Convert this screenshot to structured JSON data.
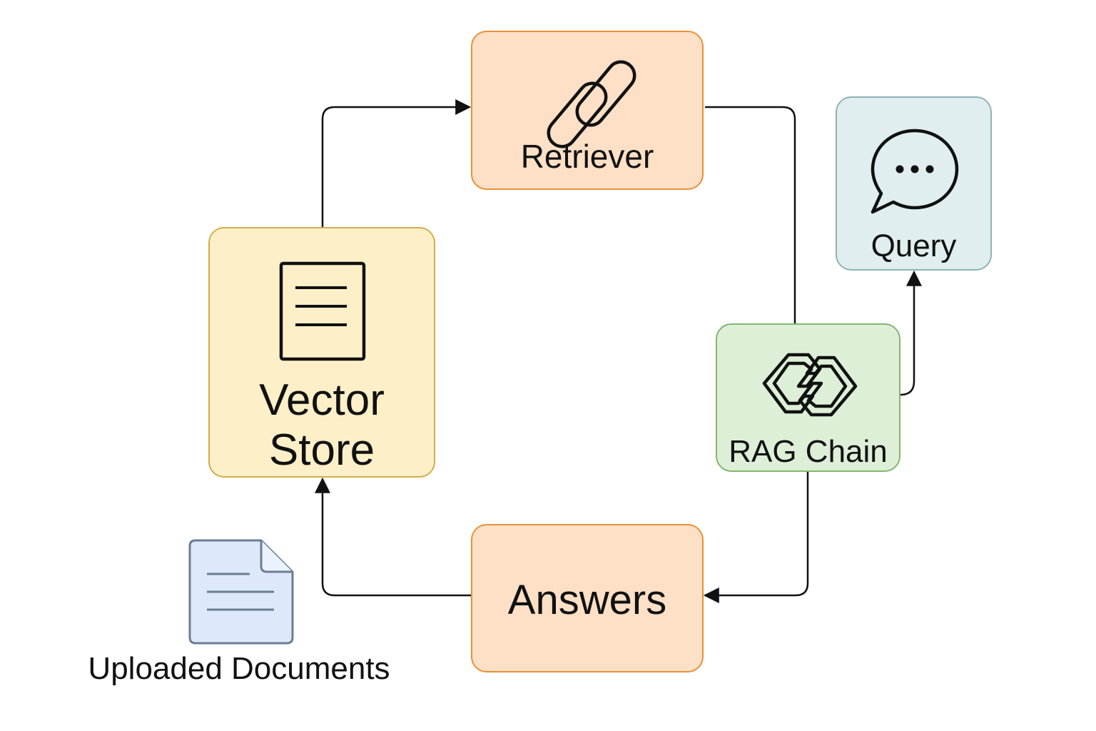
{
  "nodes": {
    "retriever": {
      "label": "Retriever",
      "icon": "link-chain-icon"
    },
    "query": {
      "label": "Query",
      "icon": "speech-bubble-icon"
    },
    "vector_store": {
      "label": "Vector Store",
      "icon": "document-icon"
    },
    "rag_chain": {
      "label": "RAG Chain",
      "icon": "chain-link-icon"
    },
    "answers": {
      "label": "Answers"
    }
  },
  "uploaded_documents": {
    "label": "Uploaded Documents",
    "icon": "file-icon"
  },
  "edges": [
    {
      "from": "vector_store",
      "to": "retriever"
    },
    {
      "from": "retriever",
      "to": "rag_chain"
    },
    {
      "from": "rag_chain",
      "to": "query"
    },
    {
      "from": "rag_chain",
      "to": "answers"
    },
    {
      "from": "answers",
      "to": "vector_store"
    }
  ],
  "colors": {
    "orange_fill": "#fde0c5",
    "orange_border": "#e8903a",
    "yellow_fill": "#fdf0c8",
    "yellow_border": "#d4ad4a",
    "green_fill": "#deefd8",
    "green_border": "#7fb86f",
    "teal_fill": "#e0eef0",
    "teal_border": "#8fb3b5",
    "doc_fill": "#dde9fa",
    "doc_border": "#6a7f94"
  }
}
